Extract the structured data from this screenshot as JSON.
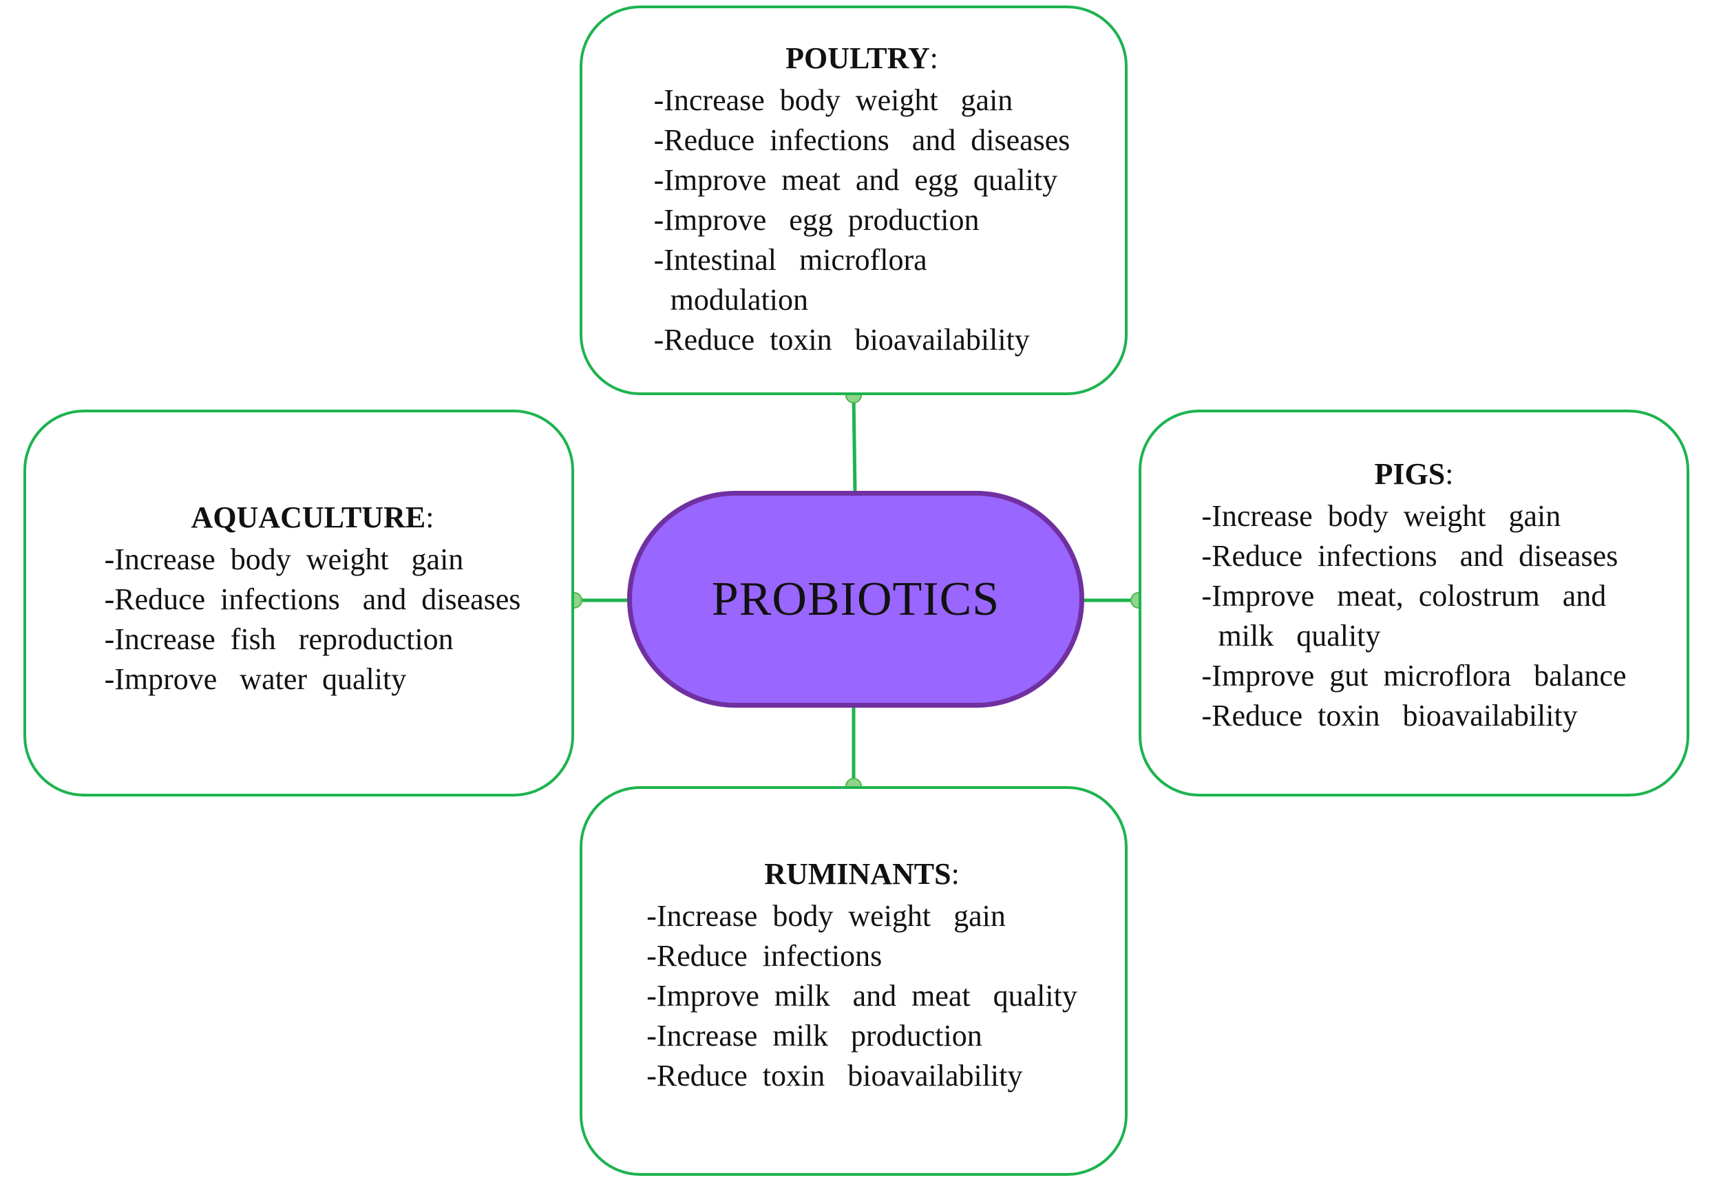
{
  "center": {
    "label": "PROBIOTICS"
  },
  "boxes": {
    "poultry": {
      "title": "POULTRY",
      "title_suffix": ":",
      "items": [
        "-Increase  body  weight   gain",
        "-Reduce  infections   and  diseases",
        "-Improve  meat  and  egg  quality",
        "-Improve   egg  production",
        "-Intestinal   microflora",
        "modulation",
        "-Reduce  toxin   bioavailability"
      ]
    },
    "pigs": {
      "title": "PIGS",
      "title_suffix": ":",
      "items": [
        "-Increase  body  weight   gain",
        "-Reduce  infections   and  diseases",
        "-Improve   meat,  colostrum   and",
        "milk   quality",
        "-Improve  gut  microflora   balance",
        "-Reduce  toxin   bioavailability"
      ]
    },
    "aquaculture": {
      "title": "AQUACULTURE",
      "title_suffix": ":",
      "items": [
        "-Increase  body  weight   gain",
        "-Reduce  infections   and  diseases",
        "-Increase  fish   reproduction",
        "-Improve   water  quality"
      ]
    },
    "ruminants": {
      "title": "RUMINANTS",
      "title_suffix": ":",
      "items": [
        "-Increase  body  weight   gain",
        "-Reduce  infections",
        "-Improve  milk   and  meat   quality",
        "-Increase  milk   production",
        "-Reduce  toxin   bioavailability"
      ]
    }
  },
  "colors": {
    "box_border": "#1db34f",
    "connector": "#1db34f",
    "connector_dot": "#8fd48a",
    "center_fill": "#9966ff",
    "center_border": "#7030a0"
  }
}
